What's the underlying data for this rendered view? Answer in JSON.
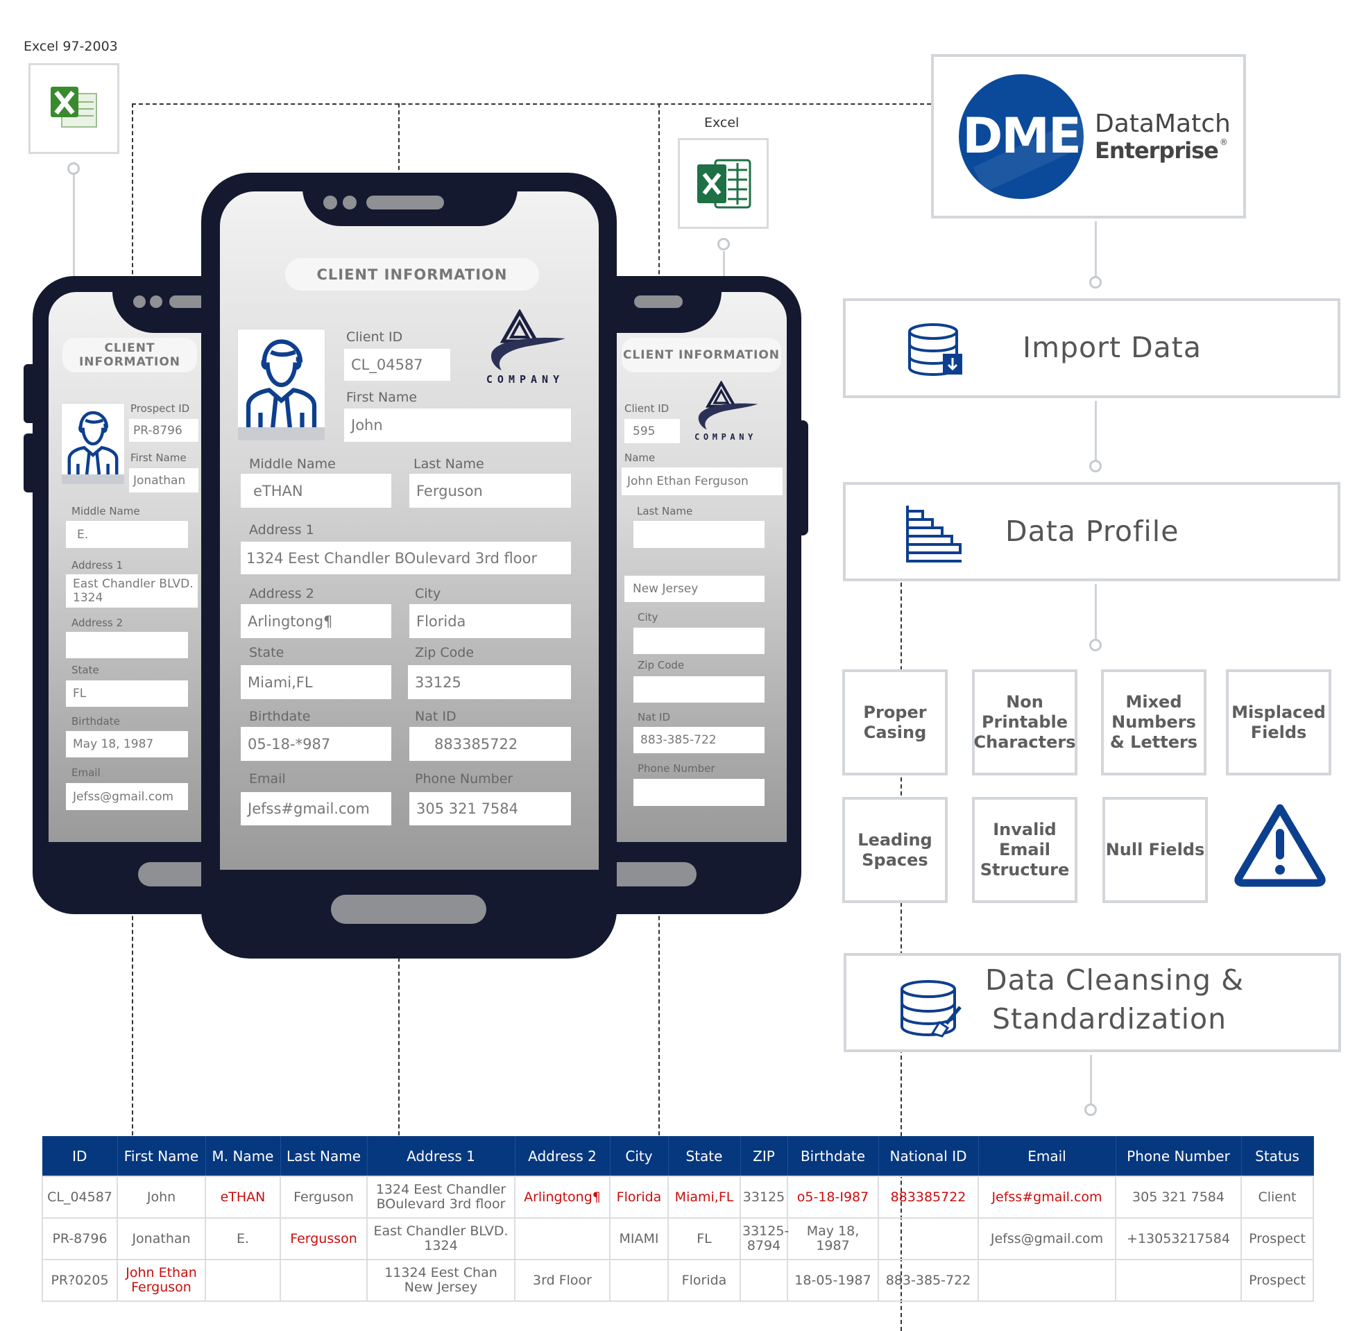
{
  "sources": {
    "excel_old": {
      "label": "Excel 97-2003",
      "icon": "excel-97-icon"
    },
    "excel_new": {
      "label": "Excel",
      "icon": "excel-icon"
    }
  },
  "logo": {
    "mark": "DME",
    "name_line1": "DataMatch",
    "name_line2": "Enterprise",
    "registered": "®",
    "color": "#0b4a9b"
  },
  "pipeline": {
    "import": "Import Data",
    "profile": "Data Profile",
    "cleansing_line1": "Data Cleansing &",
    "cleansing_line2": "Standardization",
    "issues": [
      "Proper Casing",
      "Non Printable Characters",
      "Mixed Numbers & Letters",
      "Misplaced Fields",
      "Leading Spaces",
      "Invalid Email Structure",
      "Null Fields"
    ]
  },
  "phones": {
    "center": {
      "title": "CLIENT INFORMATION",
      "company": "COMPANY",
      "fields": [
        {
          "label": "Client ID",
          "value": "CL_04587"
        },
        {
          "label": "First Name",
          "value": "John"
        },
        {
          "label": "Middle Name",
          "value": "eTHAN"
        },
        {
          "label": "Last Name",
          "value": "Ferguson"
        },
        {
          "label": "Address 1",
          "value": "1324 Eest Chandler BOulevard 3rd floor"
        },
        {
          "label": "Address 2",
          "value": "Arlingtong¶"
        },
        {
          "label": "City",
          "value": "Florida"
        },
        {
          "label": "State",
          "value": "Miami,FL"
        },
        {
          "label": "Zip Code",
          "value": "33125"
        },
        {
          "label": "Birthdate",
          "value": "05-18-*987"
        },
        {
          "label": "Nat ID",
          "value": "883385722"
        },
        {
          "label": "Email",
          "value": "Jefss#gmail.com"
        },
        {
          "label": "Phone Number",
          "value": "305 321 7584"
        }
      ]
    },
    "left": {
      "title": "CLIENT INFORMATION",
      "fields": [
        {
          "label": "Prospect ID",
          "value": "PR-8796"
        },
        {
          "label": "First Name",
          "value": "Jonathan"
        },
        {
          "label": "Middle Name",
          "value": "E."
        },
        {
          "label": "Address 1",
          "value": "East Chandler BLVD. 1324"
        },
        {
          "label": "Address 2",
          "value": ""
        },
        {
          "label": "State",
          "value": "FL"
        },
        {
          "label": "Birthdate",
          "value": "May 18, 1987"
        },
        {
          "label": "Email",
          "value": "Jefss@gmail.com"
        }
      ]
    },
    "right": {
      "title": "CLIENT INFORMATION",
      "company": "COMPANY",
      "fields": [
        {
          "label": "Client ID",
          "value": "595"
        },
        {
          "label": "Name",
          "value": "John Ethan Ferguson"
        },
        {
          "label": "Last Name",
          "value": ""
        },
        {
          "label": "",
          "value": "New Jersey"
        },
        {
          "label": "City",
          "value": ""
        },
        {
          "label": "Zip Code",
          "value": ""
        },
        {
          "label": "Nat ID",
          "value": "883-385-722"
        },
        {
          "label": "Phone Number",
          "value": ""
        }
      ]
    }
  },
  "table": {
    "headers": [
      "ID",
      "First Name",
      "M. Name",
      "Last Name",
      "Address 1",
      "Address 2",
      "City",
      "State",
      "ZIP",
      "Birthdate",
      "National ID",
      "Email",
      "Phone Number",
      "Status"
    ],
    "rows": [
      [
        {
          "t": "CL_04587"
        },
        {
          "t": "John"
        },
        {
          "t": "eTHAN",
          "e": true
        },
        {
          "t": "Ferguson"
        },
        {
          "t": "1324 Eest Chandler BOulevard 3rd floor"
        },
        {
          "t": "Arlingtong¶",
          "e": true
        },
        {
          "t": "Florida",
          "e": true
        },
        {
          "t": "Miami,FL",
          "e": true
        },
        {
          "t": "33125"
        },
        {
          "t": "o5-18-I987",
          "e": true
        },
        {
          "t": "883385722",
          "e": true
        },
        {
          "t": "Jefss#gmail.com",
          "e": true
        },
        {
          "t": "305 321 7584"
        },
        {
          "t": "Client"
        }
      ],
      [
        {
          "t": "PR-8796"
        },
        {
          "t": "Jonathan"
        },
        {
          "t": "E."
        },
        {
          "t": "Fergusson",
          "e": true
        },
        {
          "t": "East Chandler BLVD. 1324"
        },
        {
          "t": ""
        },
        {
          "t": "MIAMI"
        },
        {
          "t": "FL"
        },
        {
          "t": "33125-8794"
        },
        {
          "t": "May 18, 1987"
        },
        {
          "t": ""
        },
        {
          "t": "Jefss@gmail.com"
        },
        {
          "t": "+13053217584"
        },
        {
          "t": "Prospect"
        }
      ],
      [
        {
          "t": "PR?0205"
        },
        {
          "t": "John Ethan Ferguson",
          "e": true
        },
        {
          "t": ""
        },
        {
          "t": ""
        },
        {
          "t": "11324 Eest Chan New Jersey"
        },
        {
          "t": "3rd Floor"
        },
        {
          "t": ""
        },
        {
          "t": "Florida"
        },
        {
          "t": ""
        },
        {
          "t": "18-05-1987"
        },
        {
          "t": "883-385-722"
        },
        {
          "t": ""
        },
        {
          "t": ""
        },
        {
          "t": "Prospect"
        }
      ]
    ]
  },
  "colors": {
    "navy": "#15192f",
    "blue": "#06387f",
    "error": "#cc0c0c"
  }
}
